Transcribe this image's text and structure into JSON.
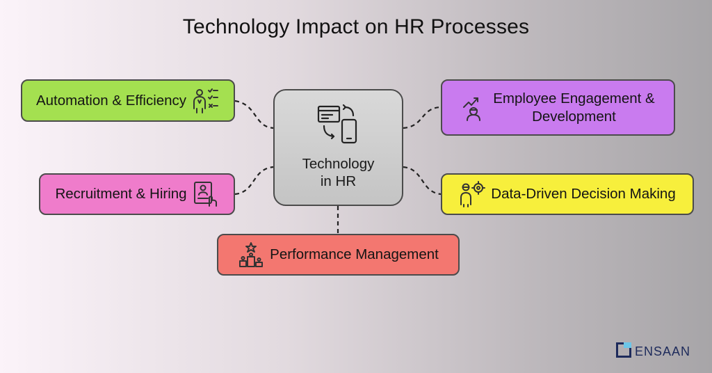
{
  "title": "Technology Impact on HR Processes",
  "center": {
    "label_line1": "Technology",
    "label_line2": "in HR",
    "icon": "devices-sync-icon"
  },
  "nodes": {
    "automation": {
      "label": "Automation & Efficiency",
      "icon": "person-checklist-icon",
      "color": "#a4e050"
    },
    "recruitment": {
      "label": "Recruitment & Hiring",
      "icon": "profile-card-touch-icon",
      "color": "#ef7ccb"
    },
    "engagement": {
      "label_line1": "Employee Engagement &",
      "label_line2": "Development",
      "icon": "person-growth-icon",
      "color": "#c97bef"
    },
    "data": {
      "label": "Data-Driven Decision Making",
      "icon": "person-target-icon",
      "color": "#f7ef3c"
    },
    "performance": {
      "label": "Performance Management",
      "icon": "podium-star-icon",
      "color": "#f37770"
    }
  },
  "logo": {
    "text": "ENSAAN",
    "icon": "ensaan-logo-icon"
  }
}
